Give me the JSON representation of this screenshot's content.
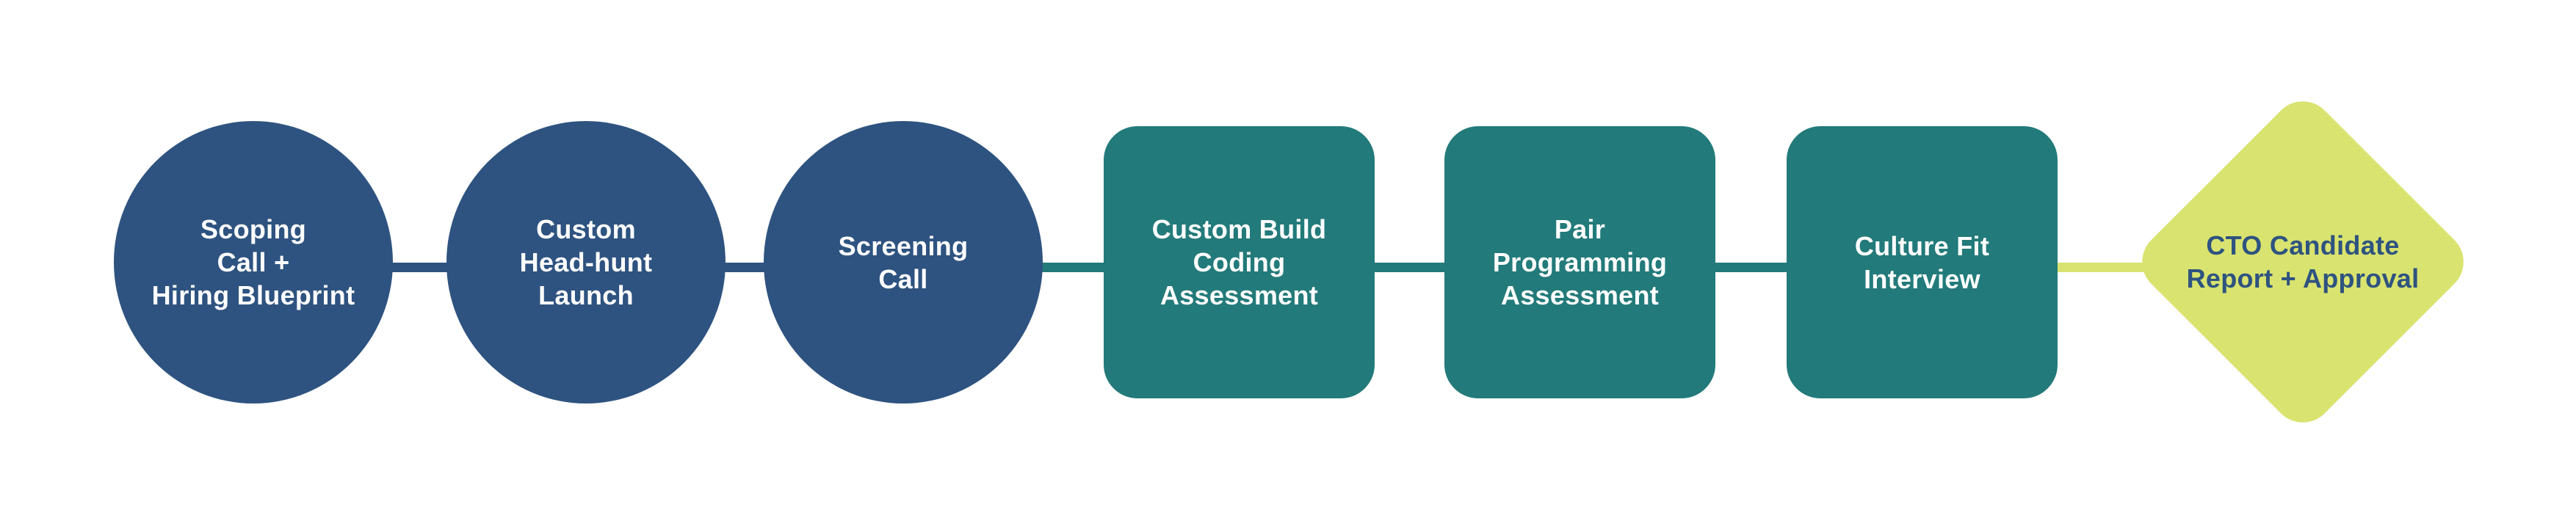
{
  "diagram": {
    "title": "CTO hiring process flow",
    "colors": {
      "background": "#FFFFFF",
      "blue": "#2E5380",
      "teal": "#237A7A",
      "lime": "#D9E36F",
      "label_on_dark": "#FFFFFF",
      "label_on_lime": "#2E5380"
    },
    "steps": [
      {
        "shape": "circle",
        "color_key": "blue",
        "label": "Scoping\nCall +\nHiring Blueprint"
      },
      {
        "shape": "circle",
        "color_key": "blue",
        "label": "Custom\nHead-hunt\nLaunch"
      },
      {
        "shape": "circle",
        "color_key": "blue",
        "label": "Screening\nCall"
      },
      {
        "shape": "rounded-square",
        "color_key": "teal",
        "label": "Custom Build\nCoding\nAssessment"
      },
      {
        "shape": "rounded-square",
        "color_key": "teal",
        "label": "Pair\nProgramming\nAssessment"
      },
      {
        "shape": "rounded-square",
        "color_key": "teal",
        "label": "Culture Fit\nInterview"
      },
      {
        "shape": "diamond",
        "color_key": "lime",
        "label": "CTO Candidate\nReport + Approval"
      }
    ],
    "connectors": [
      {
        "from": 0,
        "to": 1,
        "color_key": "blue"
      },
      {
        "from": 1,
        "to": 2,
        "color_key": "blue"
      },
      {
        "from": 2,
        "to": 3,
        "color_key": "teal"
      },
      {
        "from": 3,
        "to": 4,
        "color_key": "teal"
      },
      {
        "from": 4,
        "to": 5,
        "color_key": "teal"
      },
      {
        "from": 5,
        "to": 6,
        "color_key": "lime"
      }
    ]
  }
}
